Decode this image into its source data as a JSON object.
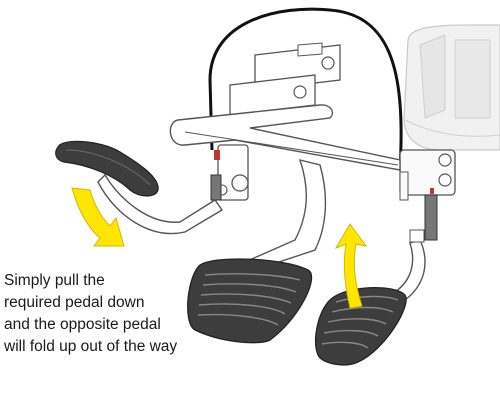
{
  "caption": {
    "lines": [
      "Simply pull the",
      "required pedal down",
      "and the opposite pedal",
      "will fold up out of the way"
    ]
  },
  "colors": {
    "pedal": "#3d3d3d",
    "pedal_tread": "#8a8a8a",
    "frame": "#ffffff",
    "frame_stroke": "#555555",
    "cable": "#111111",
    "arrow": "#ffe500",
    "arrow_stroke": "#d4b800",
    "accent_red": "#c0392b"
  },
  "icons": {
    "arrow_down": "yellow-curved-arrow-down-icon",
    "arrow_up": "yellow-curved-arrow-up-icon"
  }
}
